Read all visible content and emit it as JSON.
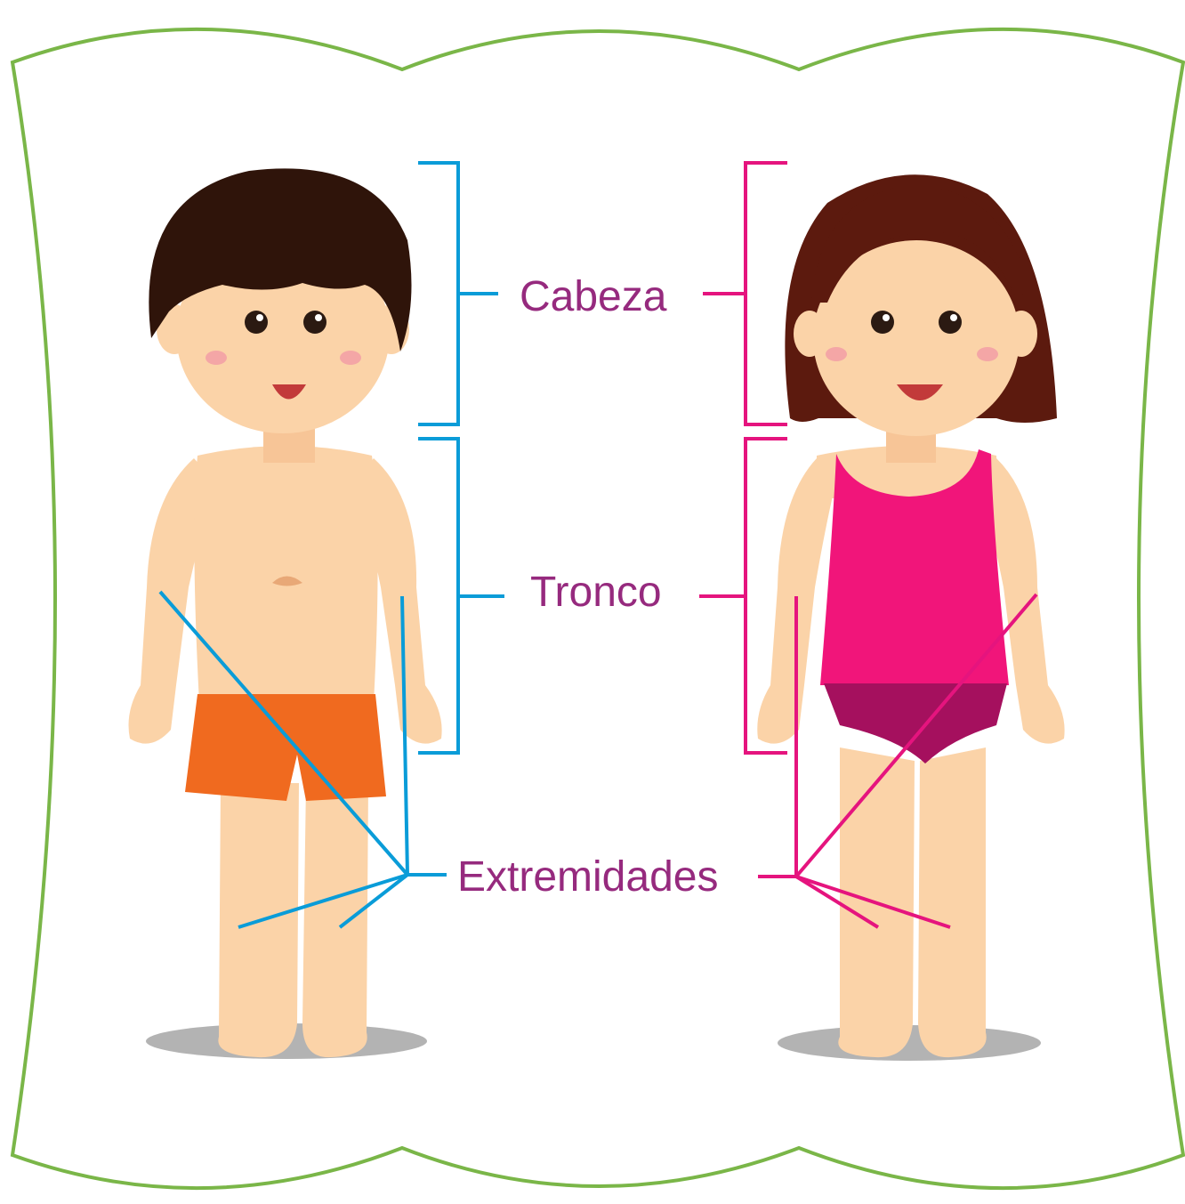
{
  "labels": {
    "head": "Cabeza",
    "trunk": "Tronco",
    "limbs": "Extremidades"
  },
  "colors": {
    "frame": "#7ab648",
    "boy_lines": "#0a9cd8",
    "girl_lines": "#e5147e",
    "label_text": "#962a7e",
    "skin": "#fbd3a8",
    "boy_hair": "#2f140a",
    "girl_hair": "#5c1a0e",
    "boy_shorts": "#f06a1f",
    "girl_top": "#f1157a",
    "girl_underwear": "#a5105e",
    "shadow": "#b3b3b3"
  },
  "figures": [
    {
      "role": "boy"
    },
    {
      "role": "girl"
    }
  ]
}
